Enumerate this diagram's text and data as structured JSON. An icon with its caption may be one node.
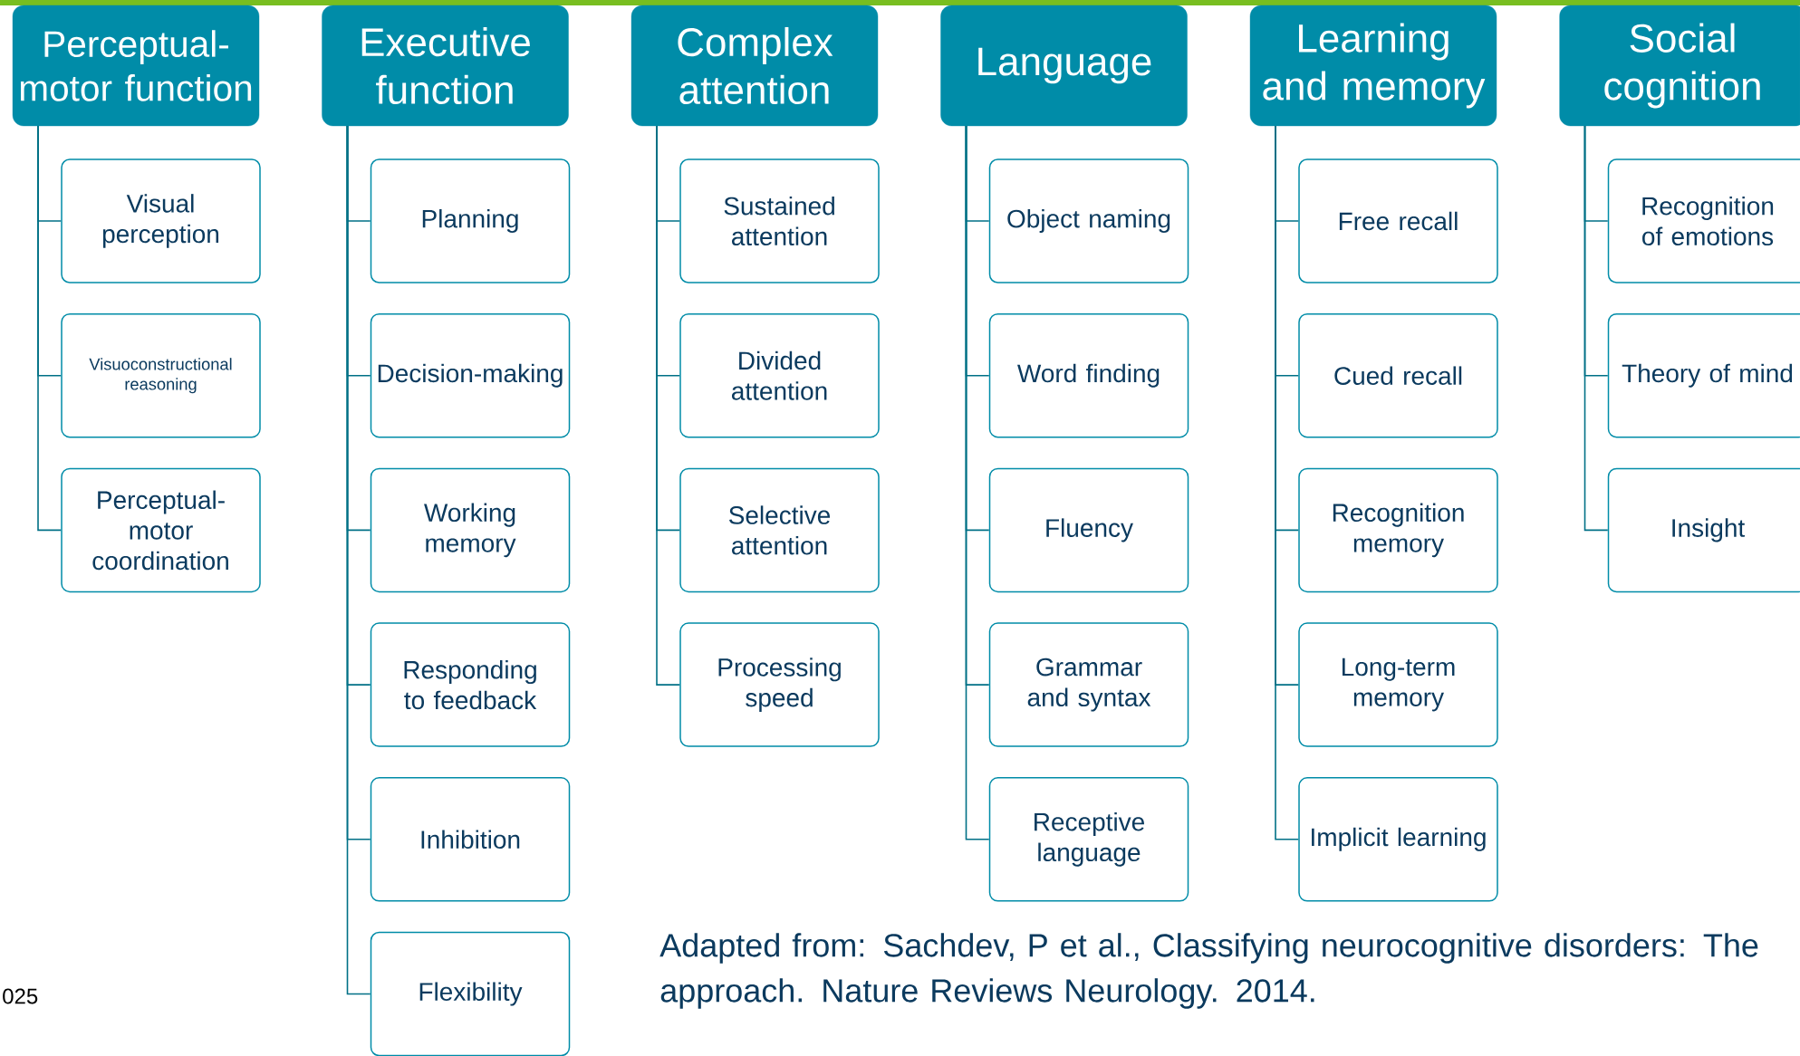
{
  "diagram": {
    "nodes": [
      {
        "text": [
          "Perceptual-motor function"
        ]
      },
      {
        "text": [
          "Visual perception"
        ]
      },
      {
        "text": [
          "Visuoconstructional reasoning"
        ]
      },
      {
        "text": [
          "Perceptual-motor coordination"
        ]
      },
      {
        "text": [
          "Executive function"
        ]
      },
      {
        "text": [
          "Planning"
        ]
      },
      {
        "text": [
          "Decision-making"
        ]
      },
      {
        "text": [
          "Working memory"
        ]
      },
      {
        "text": [
          "Responding to feedback"
        ]
      },
      {
        "text": [
          "Inhibition"
        ]
      },
      {
        "text": [
          "Flexibility"
        ]
      },
      {
        "text": [
          "Complex attention"
        ]
      },
      {
        "text": [
          "Sustained attention"
        ]
      },
      {
        "text": [
          "Divided attention"
        ]
      },
      {
        "text": [
          "Selective attention"
        ]
      },
      {
        "text": [
          "Processing speed"
        ]
      },
      {
        "text": [
          "Language"
        ]
      },
      {
        "text": [
          "Object naming"
        ]
      },
      {
        "text": [
          "Word finding"
        ]
      },
      {
        "text": [
          "Fluency"
        ]
      },
      {
        "text": [
          "Grammar and syntax"
        ]
      },
      {
        "text": [
          "Receptive language"
        ]
      },
      {
        "text": [
          "Learning and memory"
        ]
      },
      {
        "text": [
          "Free recall"
        ]
      },
      {
        "text": [
          "Cued recall"
        ]
      },
      {
        "text": [
          "Recognition memory"
        ]
      },
      {
        "text": [
          "Long-term memory"
        ]
      },
      {
        "text": [
          "Implicit learning"
        ]
      },
      {
        "text": [
          "Social cognition"
        ]
      },
      {
        "text": [
          "Recognition of emotions"
        ]
      },
      {
        "text": [
          "Theory of mind"
        ]
      },
      {
        "text": [
          "Insight"
        ]
      }
    ],
    "edges": [
      {
        "from": 0,
        "to": 1,
        "arrow": "none"
      },
      {
        "from": 0,
        "to": 2,
        "arrow": "none"
      },
      {
        "from": 0,
        "to": 3,
        "arrow": "none"
      },
      {
        "from": 4,
        "to": 5,
        "arrow": "none"
      },
      {
        "from": 4,
        "to": 6,
        "arrow": "none"
      },
      {
        "from": 4,
        "to": 7,
        "arrow": "none"
      },
      {
        "from": 4,
        "to": 8,
        "arrow": "none"
      },
      {
        "from": 4,
        "to": 9,
        "arrow": "none"
      },
      {
        "from": 4,
        "to": 10,
        "arrow": "none"
      },
      {
        "from": 11,
        "to": 12,
        "arrow": "none"
      },
      {
        "from": 11,
        "to": 13,
        "arrow": "none"
      },
      {
        "from": 11,
        "to": 14,
        "arrow": "none"
      },
      {
        "from": 11,
        "to": 15,
        "arrow": "none"
      },
      {
        "from": 16,
        "to": 17,
        "arrow": "none"
      },
      {
        "from": 16,
        "to": 18,
        "arrow": "none"
      },
      {
        "from": 16,
        "to": 19,
        "arrow": "none"
      },
      {
        "from": 16,
        "to": 20,
        "arrow": "none"
      },
      {
        "from": 16,
        "to": 21,
        "arrow": "none"
      },
      {
        "from": 22,
        "to": 23,
        "arrow": "none"
      },
      {
        "from": 22,
        "to": 24,
        "arrow": "none"
      },
      {
        "from": 22,
        "to": 25,
        "arrow": "none"
      },
      {
        "from": 22,
        "to": 26,
        "arrow": "none"
      },
      {
        "from": 22,
        "to": 27,
        "arrow": "none"
      },
      {
        "from": 28,
        "to": 29,
        "arrow": "none"
      },
      {
        "from": 28,
        "to": 30,
        "arrow": "none"
      },
      {
        "from": 28,
        "to": 31,
        "arrow": "none"
      }
    ],
    "labels": [
      "Adapted from: Sachdev, P et al., Classifying neurocognitive disorders: The approach. Nature Reviews Neurology. 2014.",
      "025"
    ]
  }
}
